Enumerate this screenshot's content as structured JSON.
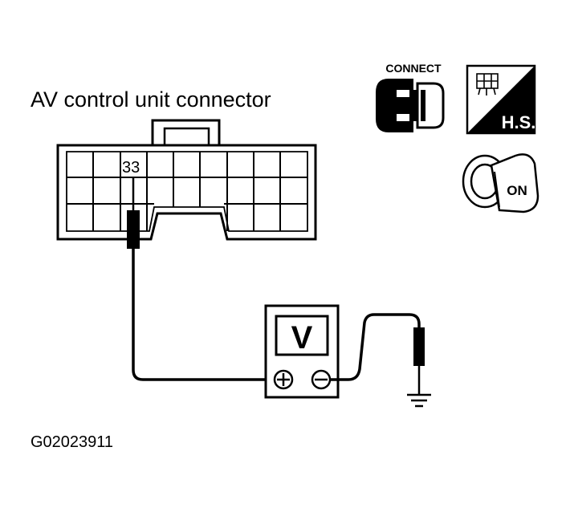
{
  "diagram": {
    "title": "AV control unit connector",
    "pin_label": "33",
    "meter_label": "V",
    "plus_symbol": "+",
    "minus_symbol": "−",
    "figure_id": "G02023911",
    "icons": {
      "connect_label": "CONNECT",
      "harness_side_label": "H.S.",
      "ignition_label": "ON"
    }
  }
}
